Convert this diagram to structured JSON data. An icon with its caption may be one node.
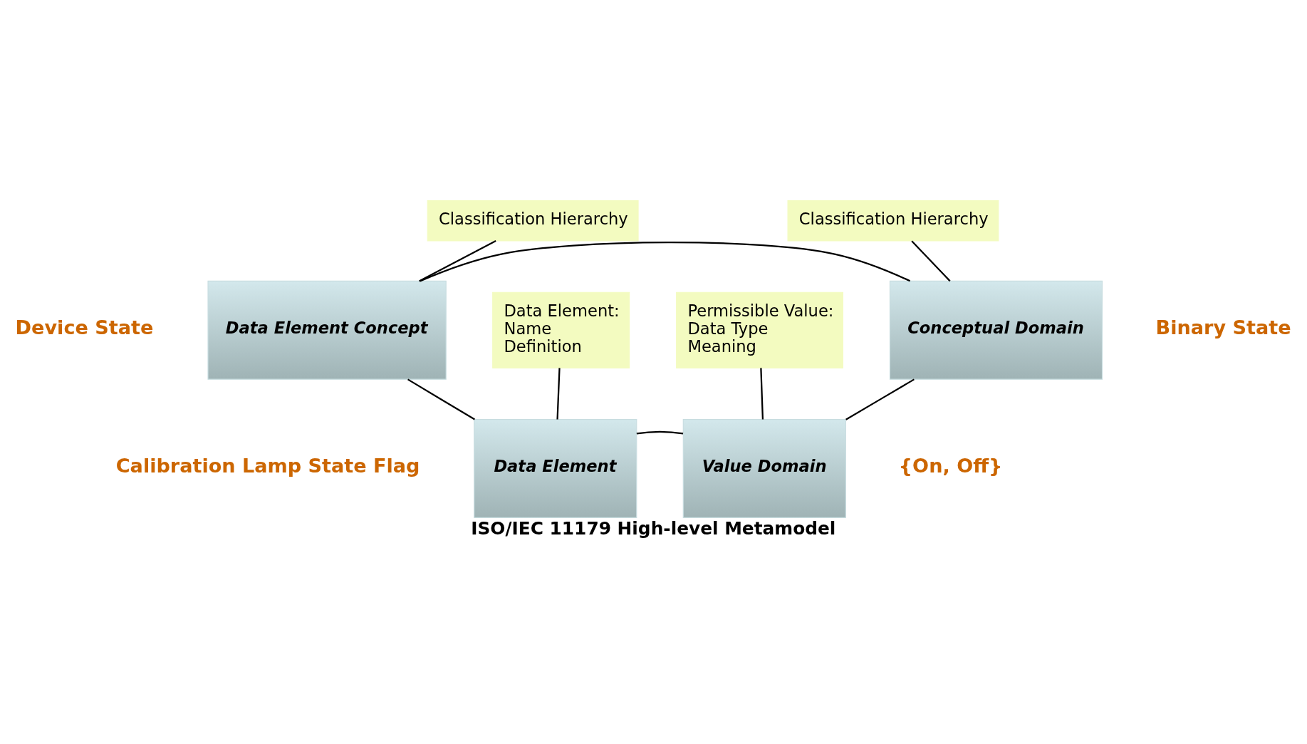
{
  "diagram": {
    "title": "ISO/IEC 11179 High-level Metamodel",
    "nodes": [
      {
        "text": [
          "Classification Hierarchy"
        ]
      },
      {
        "text": [
          "Classification Hierarchy"
        ]
      },
      {
        "text": [
          "Data Element Concept"
        ],
        "beside": [
          "Device State"
        ]
      },
      {
        "text": [
          "Conceptual Domain"
        ],
        "beside": [
          "Binary State"
        ]
      },
      {
        "text": [
          "Data Element"
        ],
        "beside": [
          "Calibration Lamp State Flag"
        ]
      },
      {
        "text": [
          "Value Domain"
        ],
        "beside": [
          "{On, Off}"
        ]
      },
      {
        "text": [
          "Data Element:",
          "Name",
          "Definition"
        ]
      },
      {
        "text": [
          "Permissible Value:",
          "Data Type",
          "Meaning"
        ]
      }
    ],
    "edges": [
      {
        "from": 2,
        "to": 3,
        "arrow": "none"
      },
      {
        "from": 2,
        "to": 4,
        "arrow": "none"
      },
      {
        "from": 3,
        "to": 5,
        "arrow": "none"
      },
      {
        "from": 4,
        "to": 5,
        "arrow": "none"
      },
      {
        "from": 0,
        "to": 2,
        "arrow": "none"
      },
      {
        "from": 1,
        "to": 3,
        "arrow": "none"
      },
      {
        "from": 6,
        "to": 4,
        "arrow": "none"
      },
      {
        "from": 7,
        "to": 5,
        "arrow": "none"
      }
    ]
  }
}
